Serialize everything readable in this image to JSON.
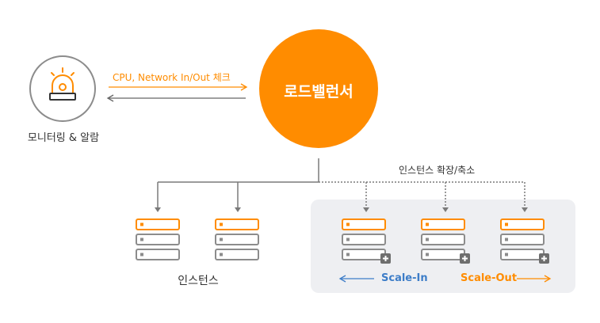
{
  "monitor": {
    "label": "모니터링 & 알람",
    "icon": "alarm-siren-icon"
  },
  "arrow_label": "CPU, Network In/Out 체크",
  "load_balancer": {
    "label": "로드밸런서"
  },
  "instances": {
    "label": "인스턴스",
    "icon": "server-stack-icon"
  },
  "scaling": {
    "label": "인스턴스 확장/축소",
    "scale_in": "Scale-In",
    "scale_out": "Scale-Out",
    "add_icon": "plus-icon"
  },
  "colors": {
    "orange": "#FF8C00",
    "blue": "#3D7DC8",
    "gray": "#7A7A7A",
    "panel": "#EEEFF2",
    "icon_border": "#8C8C8C"
  }
}
